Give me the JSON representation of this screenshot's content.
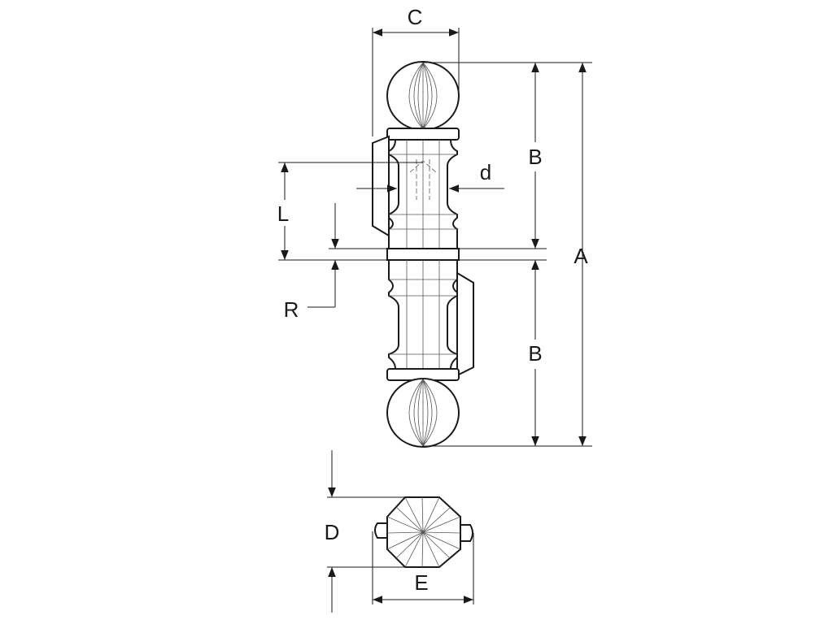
{
  "diagram": {
    "labels": {
      "A": "A",
      "B_upper": "B",
      "B_lower": "B",
      "C": "C",
      "d": "d",
      "L": "L",
      "R": "R",
      "D": "D",
      "E": "E"
    }
  },
  "colors": {
    "line": "#1a1a1a",
    "detail": "#555555",
    "background": "#ffffff"
  }
}
